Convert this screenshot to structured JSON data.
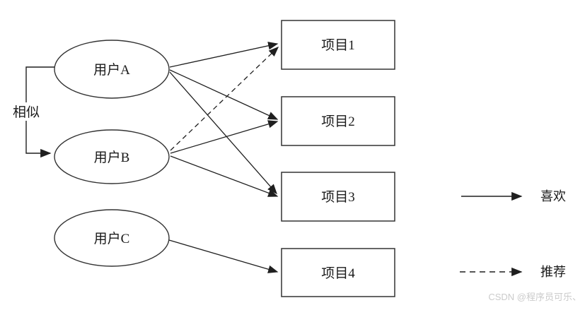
{
  "diagram": {
    "users": [
      {
        "id": "A",
        "label": "用户A"
      },
      {
        "id": "B",
        "label": "用户B"
      },
      {
        "id": "C",
        "label": "用户C"
      }
    ],
    "items": [
      {
        "id": "1",
        "label": "项目1"
      },
      {
        "id": "2",
        "label": "项目2"
      },
      {
        "id": "3",
        "label": "项目3"
      },
      {
        "id": "4",
        "label": "项目4"
      }
    ],
    "similar_label": "相似",
    "edges": [
      {
        "from": "用户A",
        "to": "项目1",
        "type": "like",
        "line": "solid"
      },
      {
        "from": "用户A",
        "to": "项目2",
        "type": "like",
        "line": "solid"
      },
      {
        "from": "用户A",
        "to": "项目3",
        "type": "like",
        "line": "solid"
      },
      {
        "from": "用户B",
        "to": "项目1",
        "type": "recommend",
        "line": "dashed"
      },
      {
        "from": "用户B",
        "to": "项目2",
        "type": "like",
        "line": "solid"
      },
      {
        "from": "用户B",
        "to": "项目3",
        "type": "like",
        "line": "solid"
      },
      {
        "from": "用户C",
        "to": "项目4",
        "type": "like",
        "line": "solid"
      },
      {
        "from": "用户A",
        "to": "用户B",
        "type": "similar",
        "line": "solid-bracket"
      }
    ]
  },
  "legend": {
    "items": [
      {
        "style": "solid",
        "label": "喜欢"
      },
      {
        "style": "dashed",
        "label": "推荐"
      }
    ]
  },
  "watermark": {
    "text": "CSDN @程序员可乐、"
  },
  "colors": {
    "line": "#1f1f1f",
    "node_stroke": "#333333",
    "text": "#1a1a1a",
    "watermark": "#cbcbcb",
    "background": "#ffffff"
  }
}
